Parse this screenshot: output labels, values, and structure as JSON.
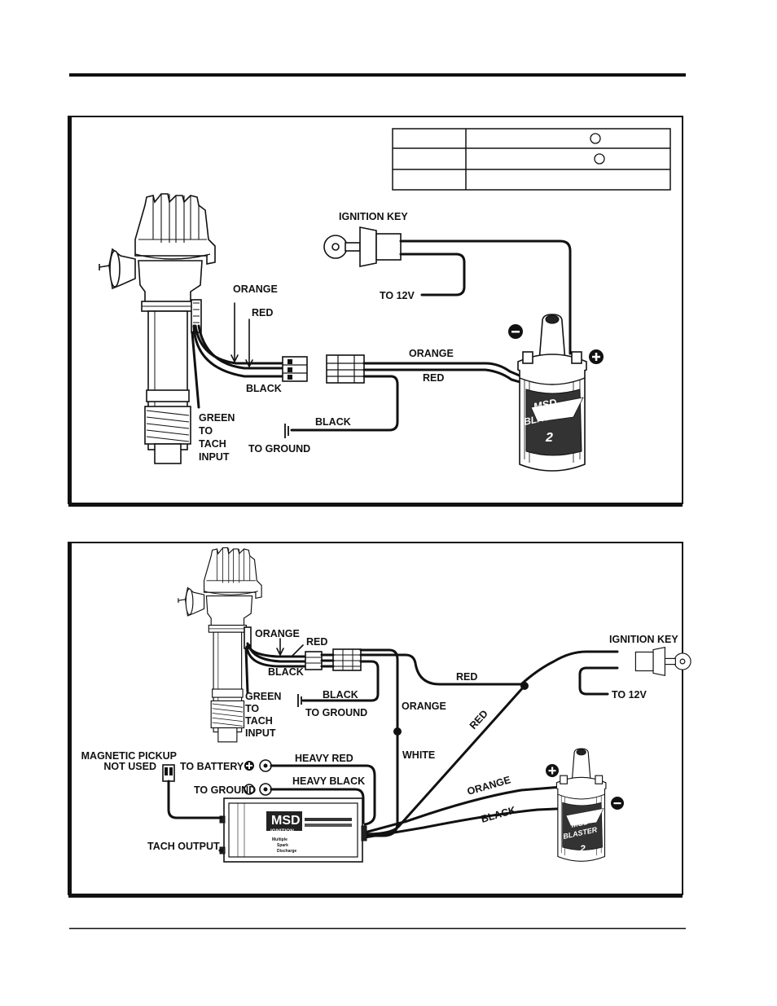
{
  "legend_rows": [
    {
      "left": "",
      "right": ""
    },
    {
      "left": "",
      "right": ""
    },
    {
      "left": "",
      "right": ""
    }
  ],
  "diagram_top": {
    "ignition_key": "IGNITION KEY",
    "to_12v": "TO 12V",
    "orange_dist": "ORANGE",
    "red_dist": "RED",
    "black_dist": "BLACK",
    "orange_coil": "ORANGE",
    "red_coil": "RED",
    "black_ground": "BLACK",
    "to_ground": "TO GROUND",
    "green_1": "GREEN",
    "green_2": "TO",
    "green_3": "TACH",
    "green_4": "INPUT",
    "coil_brand": "MSD",
    "coil_model": "BLASTER",
    "coil_number": "2",
    "minus": "−",
    "plus": "+"
  },
  "diagram_bottom": {
    "orange_dist": "ORANGE",
    "red_dist": "RED",
    "black_dist": "BLACK",
    "black_ground": "BLACK",
    "to_ground": "TO GROUND",
    "green_1": "GREEN",
    "green_2": "TO",
    "green_3": "TACH",
    "green_4": "INPUT",
    "red_key": "RED",
    "orange_wire": "ORANGE",
    "white_wire": "WHITE",
    "red_diag": "RED",
    "orange_coil": "ORANGE",
    "black_coil": "BLACK",
    "ignition_key": "IGNITION KEY",
    "to_12v": "TO 12V",
    "mag_pickup_1": "MAGNETIC PICKUP",
    "mag_pickup_2": "NOT USED",
    "to_battery": "TO BATTERY",
    "heavy_red": "HEAVY RED",
    "to_ground_box": "TO GROUND",
    "heavy_black": "HEAVY BLACK",
    "tach_output": "TACH OUTPUT",
    "box_brand": "MSD",
    "box_sub": "IGNITION",
    "box_desc_1": "Multiple",
    "box_desc_2": "Spark",
    "box_desc_3": "Discharge",
    "coil_brand": "MSD",
    "coil_model": "BLASTER",
    "coil_number": "2",
    "minus": "−",
    "plus": "+"
  }
}
